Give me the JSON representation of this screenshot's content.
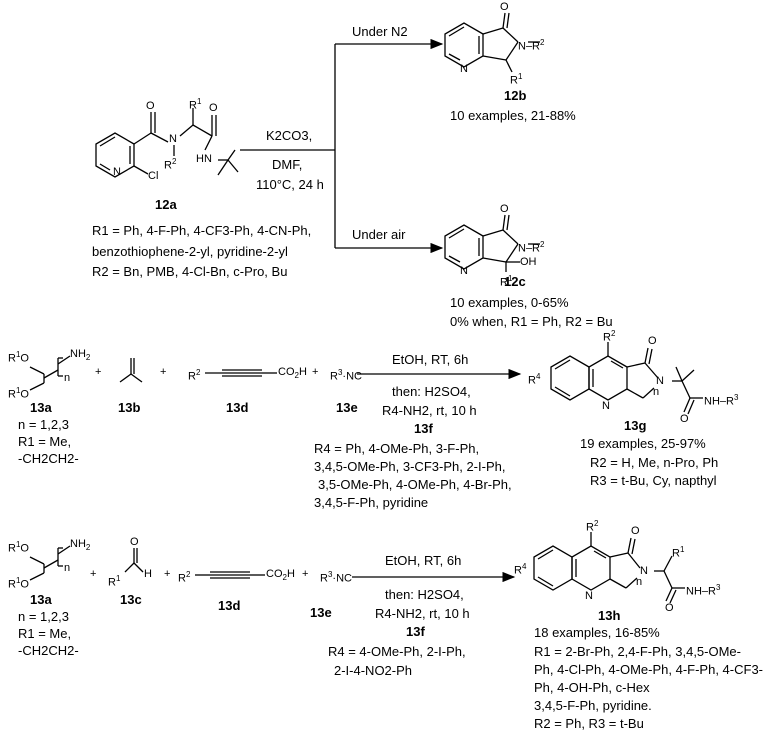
{
  "scheme1": {
    "arrow_top": "Under N2",
    "arrow_bottom": "Under air",
    "reagent": "K2CO3,",
    "solvent": "DMF,",
    "conditions": "110°C, 24 h",
    "sm_label": "12a",
    "r1_line1": "R1 = Ph, 4-F-Ph, 4-CF3-Ph, 4-CN-Ph,",
    "r1_line2": "benzothiophene-2-yl, pyridine-2-yl",
    "r2_line": "R2 = Bn, PMB, 4-Cl-Bn, c-Pro, Bu",
    "p1_label": "12b",
    "p1_yield": "10 examples, 21-88%",
    "p2_label": "12c",
    "p2_yield": "10 examples, 0-65%",
    "p2_note": "0% when, R1 = Ph, R2 = Bu"
  },
  "scheme2": {
    "a_label": "13a",
    "a_n": "n = 1,2,3",
    "a_r1": "R1 = Me,",
    "a_r1b": "-CH2CH2-",
    "b_label": "13b",
    "d_label": "13d",
    "e_label": "13e",
    "f_label": "13f",
    "cond1": "EtOH, RT, 6h",
    "cond2": "then: H2SO4,",
    "cond3": "R4-NH2, rt, 10 h",
    "r4_lines": [
      "R4 = Ph, 4-OMe-Ph, 3-F-Ph,",
      "3,4,5-OMe-Ph, 3-CF3-Ph, 2-I-Ph,",
      "3,5-OMe-Ph, 4-OMe-Ph, 4-Br-Ph,",
      "3,4,5-F-Ph, pyridine"
    ],
    "p_label": "13g",
    "p_yield": "19 examples, 25-97%",
    "p_r2": "R2 = H, Me, n-Pro, Ph",
    "p_r3": "R3 = t-Bu, Cy, napthyl"
  },
  "scheme3": {
    "a_label": "13a",
    "a_n": "n = 1,2,3",
    "a_r1": "R1 = Me,",
    "a_r1b": "-CH2CH2-",
    "c_label": "13c",
    "d_label": "13d",
    "e_label": "13e",
    "f_label": "13f",
    "cond1": "EtOH, RT, 6h",
    "cond2": "then: H2SO4,",
    "cond3": "R4-NH2, rt, 10 h",
    "r4_line1": "R4 = 4-OMe-Ph, 2-I-Ph,",
    "r4_line2": "2-I-4-NO2-Ph",
    "p_label": "13h",
    "p_yield": "18 examples, 16-85%",
    "p_r1_lines": [
      "R1 = 2-Br-Ph, 2,4-F-Ph, 3,4,5-OMe-",
      "Ph, 4-Cl-Ph, 4-OMe-Ph, 4-F-Ph, 4-CF3-",
      "Ph, 4-OH-Ph, c-Hex",
      "3,4,5-F-Ph, pyridine."
    ],
    "p_r2r3": "R2 = Ph, R3 = t-Bu"
  }
}
